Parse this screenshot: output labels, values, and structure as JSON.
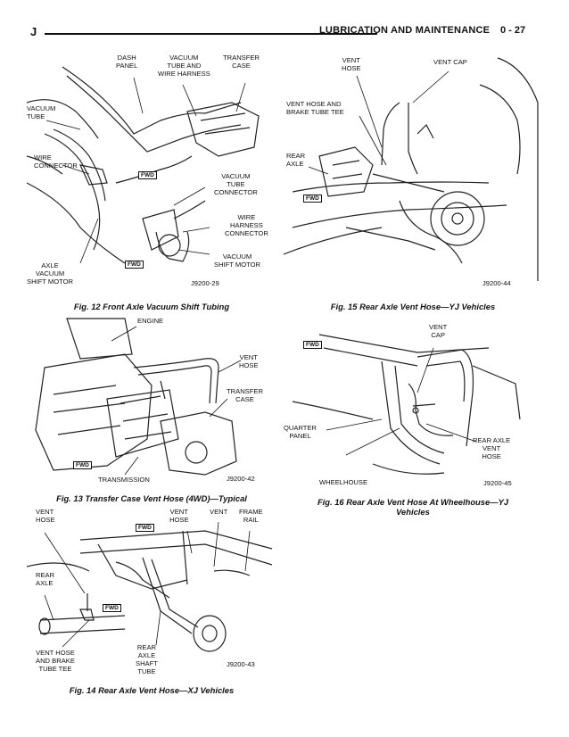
{
  "header": {
    "letter": "J",
    "title": "LUBRICATION AND MAINTENANCE",
    "page": "0 - 27"
  },
  "fig12": {
    "caption": "Fig. 12 Front Axle Vacuum Shift Tubing",
    "code": "J9200-29",
    "fwd": "FWD",
    "labels": {
      "dash_panel": "DASH\nPANEL",
      "vacuum_tube_harness": "VACUUM\nTUBE AND\nWIRE HARNESS",
      "transfer_case": "TRANSFER\nCASE",
      "vacuum_tube": "VACUUM\nTUBE",
      "wire_connector": "WIRE\nCONNECTOR",
      "vacuum_tube_connector": "VACUUM\nTUBE\nCONNECTOR",
      "wire_harness_connector": "WIRE\nHARNESS\nCONNECTOR",
      "vacuum_shift_motor": "VACUUM\nSHIFT MOTOR",
      "axle_vacuum_shift_motor": "AXLE\nVACUUM\nSHIFT MOTOR"
    }
  },
  "fig13": {
    "caption": "Fig. 13 Transfer Case Vent Hose (4WD)—Typical",
    "code": "J9200-42",
    "fwd": "FWD",
    "labels": {
      "engine": "ENGINE",
      "vent_hose": "VENT\nHOSE",
      "transfer_case": "TRANSFER\nCASE",
      "transmission": "TRANSMISSION"
    }
  },
  "fig14": {
    "caption": "Fig. 14 Rear Axle Vent Hose—XJ Vehicles",
    "code": "J9200-43",
    "fwd": "FWD",
    "labels": {
      "vent_hose_left": "VENT\nHOSE",
      "vent_hose_mid": "VENT\nHOSE",
      "vent": "VENT",
      "frame_rail": "FRAME\nRAIL",
      "rear_axle": "REAR\nAXLE",
      "vent_hose_tee": "VENT HOSE\nAND BRAKE\nTUBE TEE",
      "rear_axle_shaft_tube": "REAR\nAXLE\nSHAFT\nTUBE"
    }
  },
  "fig15": {
    "caption": "Fig. 15 Rear Axle Vent Hose—YJ Vehicles",
    "code": "J9200-44",
    "fwd": "FWD",
    "labels": {
      "vent_hose": "VENT\nHOSE",
      "vent_cap": "VENT CAP",
      "vent_hose_tee": "VENT HOSE AND\nBRAKE TUBE TEE",
      "rear_axle": "REAR\nAXLE"
    }
  },
  "fig16": {
    "caption": "Fig. 16 Rear Axle Vent Hose At Wheelhouse—YJ\nVehicles",
    "code": "J9200-45",
    "fwd": "FWD",
    "labels": {
      "vent_cap": "VENT\nCAP",
      "quarter_panel": "QUARTER\nPANEL",
      "rear_axle_vent_hose": "REAR AXLE\nVENT\nHOSE",
      "wheelhouse": "WHEELHOUSE"
    }
  }
}
